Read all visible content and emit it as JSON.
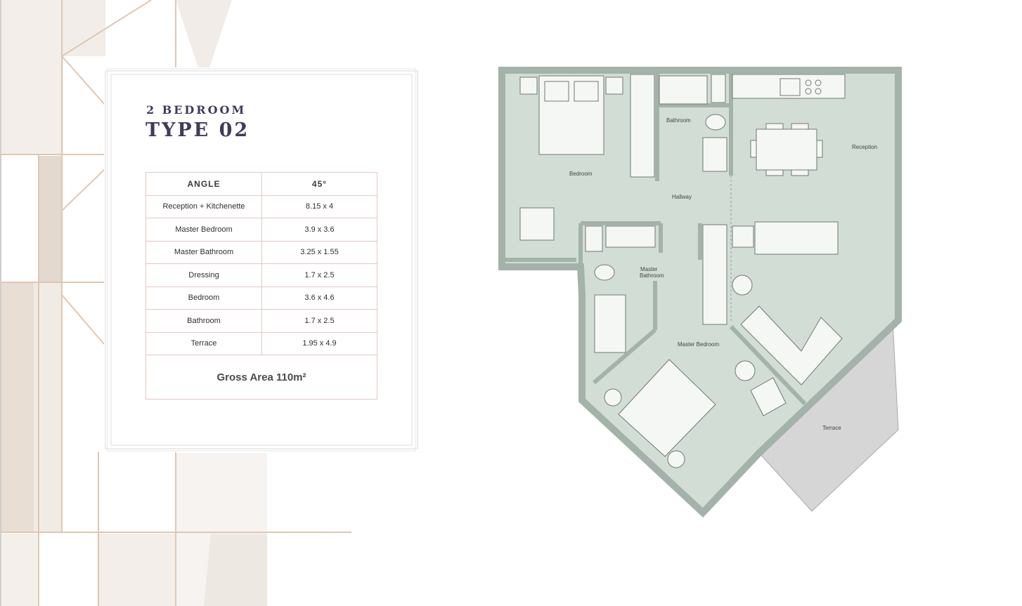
{
  "header": {
    "subtitle": "2 BEDROOM",
    "title": "TYPE 02"
  },
  "spec_table": {
    "col1_header": "ANGLE",
    "col2_header": "45°",
    "rows": [
      {
        "room": "Reception + Kitchenette",
        "size": "8.15 x 4"
      },
      {
        "room": "Master Bedroom",
        "size": "3.9 x 3.6"
      },
      {
        "room": "Master Bathroom",
        "size": "3.25 x 1.55"
      },
      {
        "room": "Dressing",
        "size": "1.7 x 2.5"
      },
      {
        "room": "Bedroom",
        "size": "3.6 x 4.6"
      },
      {
        "room": "Bathroom",
        "size": "1.7 x 2.5"
      },
      {
        "room": "Terrace",
        "size": "1.95 x 4.9"
      }
    ],
    "gross_area": "Gross Area 110m²"
  },
  "floorplan": {
    "rooms": {
      "bedroom": "Bedroom",
      "bathroom": "Bathroom",
      "hallway": "Hallway",
      "reception": "Reception",
      "master_bathroom_line1": "Master",
      "master_bathroom_line2": "Bathroom",
      "master_bedroom": "Master Bedroom",
      "terrace": "Terrace"
    }
  },
  "colors": {
    "floor": "#d2ddd5",
    "wall": "#a4b3a9",
    "terrace": "#d6d6d6",
    "table_border": "#e3c9c7",
    "title": "#3f3c5a",
    "marble": "#e6ddd3",
    "gold_line": "#e0c7b3"
  }
}
